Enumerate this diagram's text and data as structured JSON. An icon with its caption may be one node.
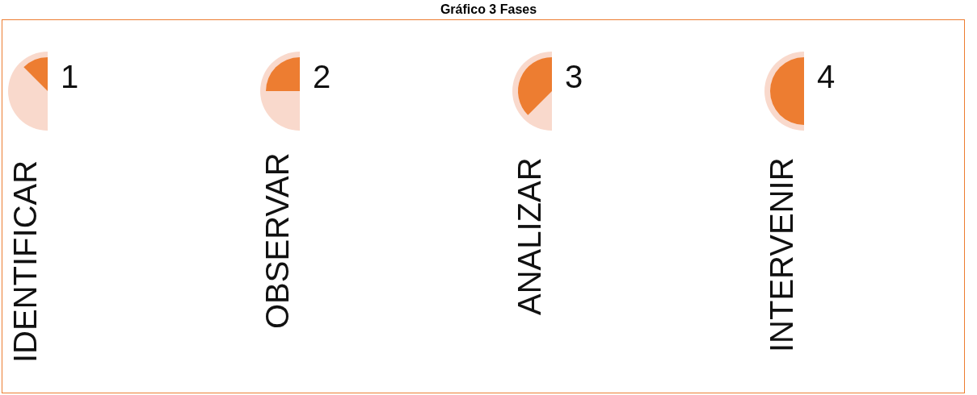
{
  "diagram": {
    "title": "Gráfico 3 Fases",
    "nodes": [
      {
        "text": [
          "IDENTIFICAR"
        ],
        "beside": [
          "1"
        ]
      },
      {
        "text": [
          "OBSERVAR"
        ],
        "beside": [
          "2"
        ]
      },
      {
        "text": [
          "ANALIZAR"
        ],
        "beside": [
          "3"
        ]
      },
      {
        "text": [
          "INTERVENIR"
        ],
        "beside": [
          "4"
        ]
      }
    ],
    "edges": []
  }
}
